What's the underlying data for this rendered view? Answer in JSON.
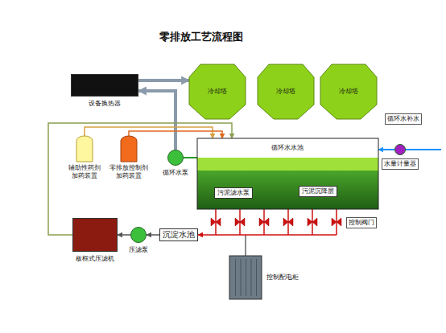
{
  "diagram": {
    "title": "零排放工艺流程图",
    "nodes": [
      {
        "text": [
          "冷却塔"
        ]
      },
      {
        "text": [
          "冷却塔"
        ]
      },
      {
        "text": [
          "冷却塔"
        ]
      },
      {
        "text": [
          "设备换热器"
        ]
      },
      {
        "text": [
          "循环水水池"
        ]
      },
      {
        "text": [
          "污泥滤水泵"
        ],
        "in": 4
      },
      {
        "text": [
          "污泥沉降层"
        ],
        "in": 4
      },
      {
        "text": [
          "水量计量器"
        ]
      },
      {
        "text": [
          "辅助性药剂 加药装置"
        ]
      },
      {
        "text": [
          "零排放控制剂 加药装置"
        ]
      },
      {
        "text": [
          "循环水泵"
        ]
      },
      {
        "text": [
          "板框式压滤机"
        ]
      },
      {
        "text": [
          "压滤泵"
        ]
      },
      {
        "text": [
          "沉淀水池"
        ]
      },
      {
        "text": [
          "控制配电柜"
        ]
      }
    ],
    "edges": [
      {
        "from": 3,
        "to": 0,
        "arrow": "to"
      },
      {
        "from": 10,
        "to": 3,
        "arrow": "to"
      },
      {
        "from": 8,
        "to": 4,
        "arrow": "to"
      },
      {
        "from": 9,
        "to": 4,
        "arrow": "to"
      },
      {
        "from": 11,
        "to": 4,
        "arrow": "to"
      },
      {
        "from": 4,
        "to": 10,
        "arrow": "none"
      },
      {
        "from": 7,
        "to": 4,
        "arrow": "to"
      },
      {
        "from": 4,
        "to": 13,
        "arrow": "to"
      },
      {
        "from": 13,
        "to": 12,
        "arrow": "to"
      },
      {
        "from": 12,
        "to": 11,
        "arrow": "to"
      }
    ],
    "labels": [
      "循环水补水",
      "控制阀门"
    ]
  }
}
